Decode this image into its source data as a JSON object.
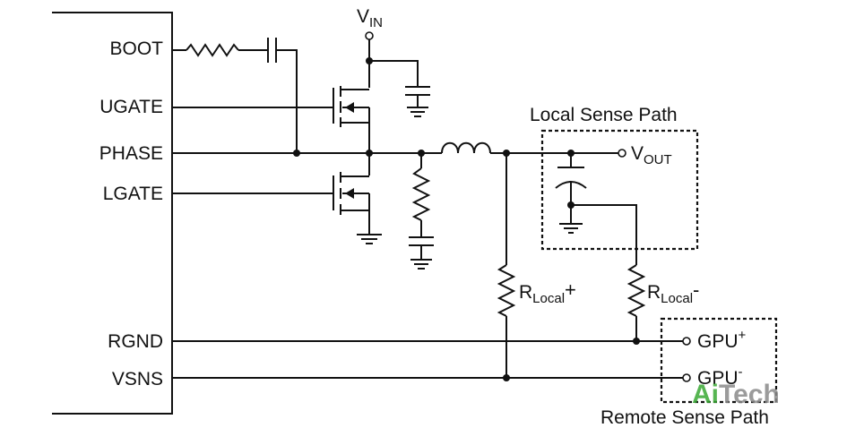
{
  "pins": {
    "boot": "BOOT",
    "ugate": "UGATE",
    "phase": "PHASE",
    "lgate": "LGATE",
    "rgnd": "RGND",
    "vsns": "VSNS"
  },
  "vin": {
    "main": "V",
    "sub": "IN"
  },
  "vout": {
    "main": "V",
    "sub": "OUT"
  },
  "local_sense": "Local Sense Path",
  "remote_sense": "Remote Sense Path",
  "r_local_plus": {
    "main": "R",
    "sub": "Local",
    "sign": "+"
  },
  "r_local_minus": {
    "main": "R",
    "sub": "Local",
    "sign": "-"
  },
  "gpu_plus": {
    "main": "GPU",
    "sign": "+"
  },
  "gpu_minus": {
    "main": "GPU",
    "sign": "-"
  },
  "watermark": {
    "a": "Ai",
    "b": "Tech"
  },
  "colors": {
    "ink": "#111111",
    "watermark_green": "#3aa935",
    "watermark_gray": "#8a8a8a"
  }
}
